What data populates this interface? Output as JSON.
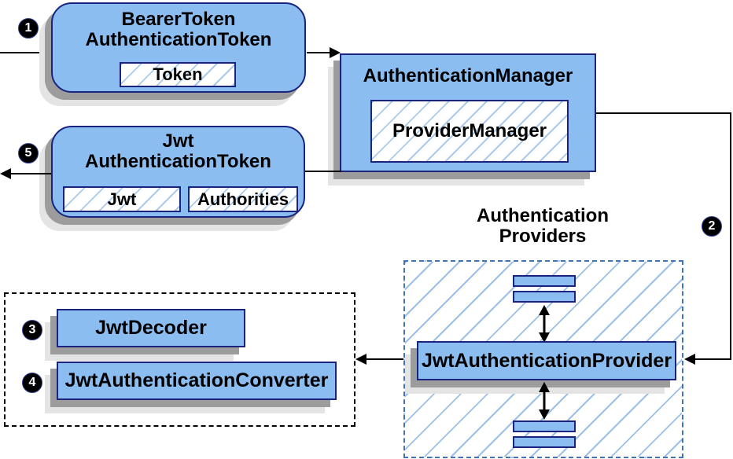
{
  "colors": {
    "node_fill": "#8BBDF0",
    "node_border": "#1A237E",
    "hatch_line": "#9CC0E8",
    "providers_dash": "#4273B3",
    "decoders_dash": "#000000",
    "shadow_dark": "#9C9C9C",
    "shadow_light": "#E4E4E4",
    "connector": "#000000",
    "badge_bg": "#000000",
    "badge_text": "#FFFFFF"
  },
  "badges": {
    "step1": "1",
    "step2": "2",
    "step3": "3",
    "step4": "4",
    "step5": "5"
  },
  "nodes": {
    "bearer": {
      "title_line1": "BearerToken",
      "title_line2": "AuthenticationToken",
      "chip": "Token"
    },
    "manager": {
      "title": "AuthenticationManager",
      "chip": "ProviderManager"
    },
    "jwt": {
      "title_line1": "Jwt",
      "title_line2": "AuthenticationToken",
      "chip_jwt": "Jwt",
      "chip_authorities": "Authorities"
    },
    "providers": {
      "label_line1": "Authentication",
      "label_line2": "Providers",
      "provider": "JwtAuthenticationProvider"
    },
    "decoders": {
      "decoder": "JwtDecoder",
      "converter": "JwtAuthenticationConverter"
    }
  }
}
